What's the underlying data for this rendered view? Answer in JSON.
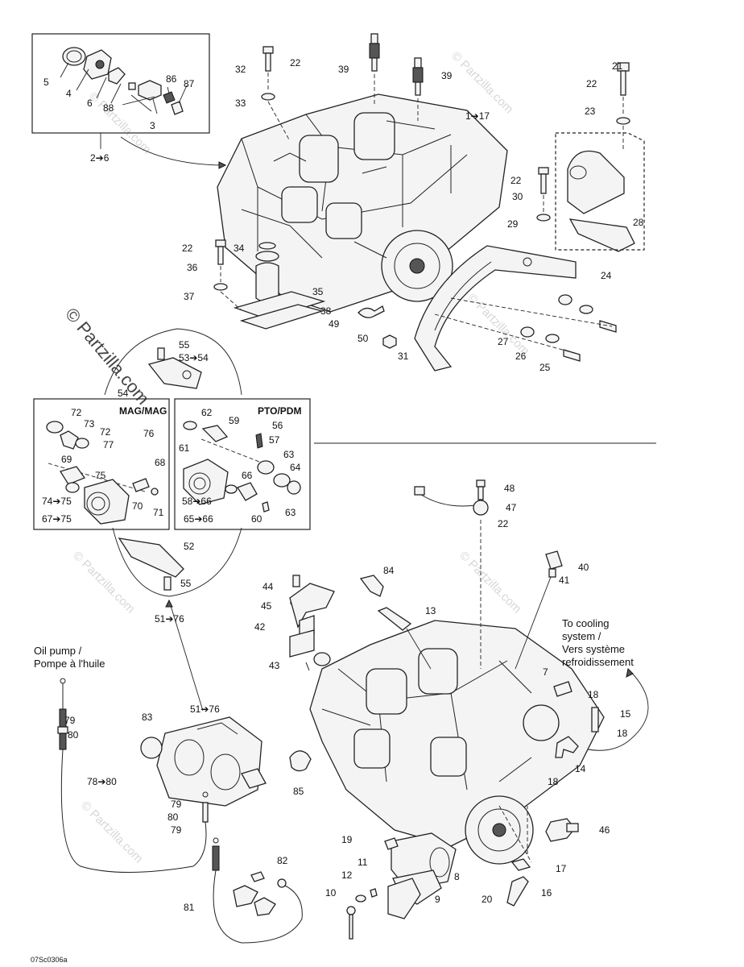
{
  "callouts": [
    {
      "id": "c5",
      "text": "5"
    },
    {
      "id": "c4",
      "text": "4"
    },
    {
      "id": "c6",
      "text": "6"
    },
    {
      "id": "c88",
      "text": "88"
    },
    {
      "id": "c86",
      "text": "86"
    },
    {
      "id": "c87",
      "text": "87"
    },
    {
      "id": "c3",
      "text": "3"
    },
    {
      "id": "c2_6",
      "text": "2➔6"
    },
    {
      "id": "c32",
      "text": "32"
    },
    {
      "id": "c22a",
      "text": "22"
    },
    {
      "id": "c33",
      "text": "33"
    },
    {
      "id": "c39a",
      "text": "39"
    },
    {
      "id": "c39b",
      "text": "39"
    },
    {
      "id": "c1_17",
      "text": "1➔17"
    },
    {
      "id": "c21",
      "text": "21"
    },
    {
      "id": "c22b",
      "text": "22"
    },
    {
      "id": "c23",
      "text": "23"
    },
    {
      "id": "c24",
      "text": "24"
    },
    {
      "id": "c28",
      "text": "28"
    },
    {
      "id": "c22c",
      "text": "22"
    },
    {
      "id": "c30",
      "text": "30"
    },
    {
      "id": "c29",
      "text": "29"
    },
    {
      "id": "c22d",
      "text": "22"
    },
    {
      "id": "c36",
      "text": "36"
    },
    {
      "id": "c34",
      "text": "34"
    },
    {
      "id": "c35",
      "text": "35"
    },
    {
      "id": "c37",
      "text": "37"
    },
    {
      "id": "c38",
      "text": "38"
    },
    {
      "id": "c49",
      "text": "49"
    },
    {
      "id": "c50",
      "text": "50"
    },
    {
      "id": "c31",
      "text": "31"
    },
    {
      "id": "c27",
      "text": "27"
    },
    {
      "id": "c26",
      "text": "26"
    },
    {
      "id": "c25",
      "text": "25"
    },
    {
      "id": "c55a",
      "text": "55"
    },
    {
      "id": "c53_54",
      "text": "53➔54"
    },
    {
      "id": "c54",
      "text": "54"
    },
    {
      "id": "c72a",
      "text": "72"
    },
    {
      "id": "c73",
      "text": "73"
    },
    {
      "id": "c72b",
      "text": "72"
    },
    {
      "id": "c77",
      "text": "77"
    },
    {
      "id": "c76",
      "text": "76"
    },
    {
      "id": "c69",
      "text": "69"
    },
    {
      "id": "c75",
      "text": "75"
    },
    {
      "id": "c68",
      "text": "68"
    },
    {
      "id": "c74_75",
      "text": "74➔75"
    },
    {
      "id": "c70",
      "text": "70"
    },
    {
      "id": "c71",
      "text": "71"
    },
    {
      "id": "c67_75",
      "text": "67➔75"
    },
    {
      "id": "c62",
      "text": "62"
    },
    {
      "id": "c59",
      "text": "59"
    },
    {
      "id": "c56",
      "text": "56"
    },
    {
      "id": "c61",
      "text": "61"
    },
    {
      "id": "c57",
      "text": "57"
    },
    {
      "id": "c63a",
      "text": "63"
    },
    {
      "id": "c64",
      "text": "64"
    },
    {
      "id": "c66",
      "text": "66"
    },
    {
      "id": "c58_66",
      "text": "58➔66"
    },
    {
      "id": "c60",
      "text": "60"
    },
    {
      "id": "c63b",
      "text": "63"
    },
    {
      "id": "c65_66",
      "text": "65➔66"
    },
    {
      "id": "c52",
      "text": "52"
    },
    {
      "id": "c55b",
      "text": "55"
    },
    {
      "id": "c51_76a",
      "text": "51➔76"
    },
    {
      "id": "c48",
      "text": "48"
    },
    {
      "id": "c47",
      "text": "47"
    },
    {
      "id": "c22e",
      "text": "22"
    },
    {
      "id": "c40",
      "text": "40"
    },
    {
      "id": "c41",
      "text": "41"
    },
    {
      "id": "c84",
      "text": "84"
    },
    {
      "id": "c44",
      "text": "44"
    },
    {
      "id": "c45",
      "text": "45"
    },
    {
      "id": "c42",
      "text": "42"
    },
    {
      "id": "c13",
      "text": "13"
    },
    {
      "id": "c43",
      "text": "43"
    },
    {
      "id": "c7",
      "text": "7"
    },
    {
      "id": "c18a",
      "text": "18"
    },
    {
      "id": "c15",
      "text": "15"
    },
    {
      "id": "c18b",
      "text": "18"
    },
    {
      "id": "c14",
      "text": "14"
    },
    {
      "id": "c18c",
      "text": "18"
    },
    {
      "id": "c79a",
      "text": "79"
    },
    {
      "id": "c80a",
      "text": "80"
    },
    {
      "id": "c78_80",
      "text": "78➔80"
    },
    {
      "id": "c83",
      "text": "83"
    },
    {
      "id": "c51_76b",
      "text": "51➔76"
    },
    {
      "id": "c85",
      "text": "85"
    },
    {
      "id": "c46",
      "text": "46"
    },
    {
      "id": "c79b",
      "text": "79"
    },
    {
      "id": "c80b",
      "text": "80"
    },
    {
      "id": "c79c",
      "text": "79"
    },
    {
      "id": "c19",
      "text": "19"
    },
    {
      "id": "c8",
      "text": "8"
    },
    {
      "id": "c17",
      "text": "17"
    },
    {
      "id": "c82",
      "text": "82"
    },
    {
      "id": "c11",
      "text": "11"
    },
    {
      "id": "c12",
      "text": "12"
    },
    {
      "id": "c10",
      "text": "10"
    },
    {
      "id": "c9",
      "text": "9"
    },
    {
      "id": "c16",
      "text": "16"
    },
    {
      "id": "c20",
      "text": "20"
    },
    {
      "id": "c81",
      "text": "81"
    }
  ],
  "headings": {
    "mag": "MAG/MAG",
    "pto": "PTO/PDM"
  },
  "notes": {
    "oil_pump_line1": "Oil pump /",
    "oil_pump_line2": "Pompe à l'huile",
    "cooling_line1": "To cooling",
    "cooling_line2": "system /",
    "cooling_line3": "Vers système",
    "cooling_line4": "refroidissement"
  },
  "drawing_code": "07Sc0306a",
  "watermark": {
    "main": "© Partzilla.com",
    "faint": "© Partzilla.com"
  },
  "colors": {
    "line": "#222222",
    "background": "#ffffff",
    "watermark": "#d7d7d7"
  }
}
